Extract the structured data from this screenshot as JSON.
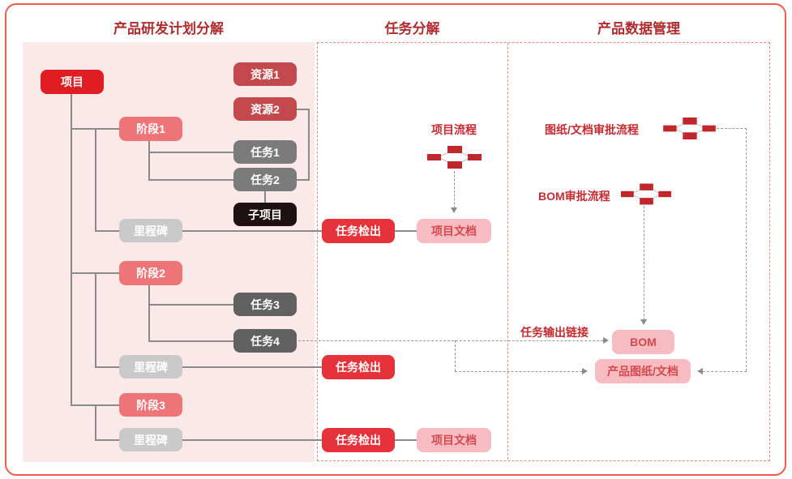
{
  "headers": {
    "plan": "产品研发计划分解",
    "task_breakdown": "任务分解",
    "pdm": "产品数据管理"
  },
  "nodes": {
    "project": "项目",
    "resource1": "资源1",
    "resource2": "资源2",
    "phase1": "阶段1",
    "task1": "任务1",
    "task2": "任务2",
    "subproject": "子项目",
    "milestone1": "里程碑",
    "phase2": "阶段2",
    "task3": "任务3",
    "task4": "任务4",
    "milestone2": "里程碑",
    "phase3": "阶段3",
    "milestone3": "里程碑",
    "task_checkout1": "任务检出",
    "project_doc1": "项目文档",
    "task_checkout2": "任务检出",
    "task_checkout3": "任务检出",
    "project_doc2": "项目文档",
    "bom": "BOM",
    "product_drawing_doc": "产品图纸/文档"
  },
  "labels": {
    "project_flow": "项目流程",
    "drawing_doc_approval_flow": "图纸/文档审批流程",
    "bom_approval_flow": "BOM审批流程",
    "task_output_link": "任务输出链接"
  },
  "icons": {
    "project_flow": "flowchart-diamond-icon",
    "drawing_doc_approval_flow": "flowchart-diamond-icon",
    "bom_approval_flow": "flowchart-diamond-icon"
  },
  "colors": {
    "project_red": "#e11d24",
    "checkout_red": "#e6333b",
    "phase_salmon": "#ee7577",
    "resource_muted_red": "#c4494f",
    "task_gray": "#7b7b7b",
    "task_dark_gray": "#616161",
    "milestone_light_gray": "#c9c9c9",
    "subproject_black": "#1d1113",
    "doc_pink": "#f7bcc1",
    "doc_pink_text": "#d4494f",
    "header_red": "#b02b2e",
    "label_red": "#c62b31",
    "panel_pink": "#fbe9e9",
    "outer_border_red": "#f25a4d",
    "dashed_border_red": "#f0897d",
    "connector_gray": "#8a8a8a",
    "icon_red": "#c0272d"
  }
}
